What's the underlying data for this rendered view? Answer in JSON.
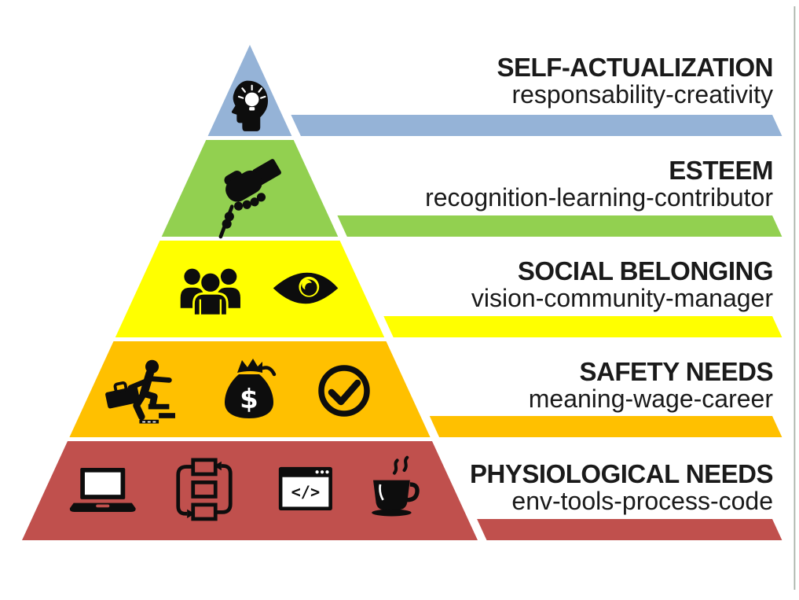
{
  "diagram": {
    "type": "pyramid-hierarchy",
    "background": "#ffffff",
    "text_color": "#1a1a1a",
    "icon_color": "#0d0d0d",
    "edge_line_color": "#a9b3a9",
    "levels": [
      {
        "name": "SELF-ACTUALIZATION",
        "subtitle": "responsability-creativity",
        "color": "#95b3d7",
        "icons": [
          "head-lightbulb-icon"
        ]
      },
      {
        "name": "ESTEEM",
        "subtitle": "recognition-learning-contributor",
        "color": "#92d050",
        "icons": [
          "handshake-icon"
        ]
      },
      {
        "name": "SOCIAL BELONGING",
        "subtitle": "vision-community-manager",
        "color": "#ffff00",
        "icons": [
          "team-icon",
          "eye-icon"
        ]
      },
      {
        "name": "SAFETY NEEDS",
        "subtitle": "meaning-wage-career",
        "color": "#ffc000",
        "icons": [
          "career-stairs-icon",
          "money-bag-icon",
          "check-circle-icon"
        ]
      },
      {
        "name": "PHYSIOLOGICAL NEEDS",
        "subtitle": "env-tools-process-code",
        "color": "#c0504d",
        "icons": [
          "laptop-icon",
          "process-icon",
          "code-window-icon",
          "coffee-icon"
        ]
      }
    ],
    "glyphs": {
      "money_symbol": "$",
      "code_symbol": "</>"
    }
  }
}
